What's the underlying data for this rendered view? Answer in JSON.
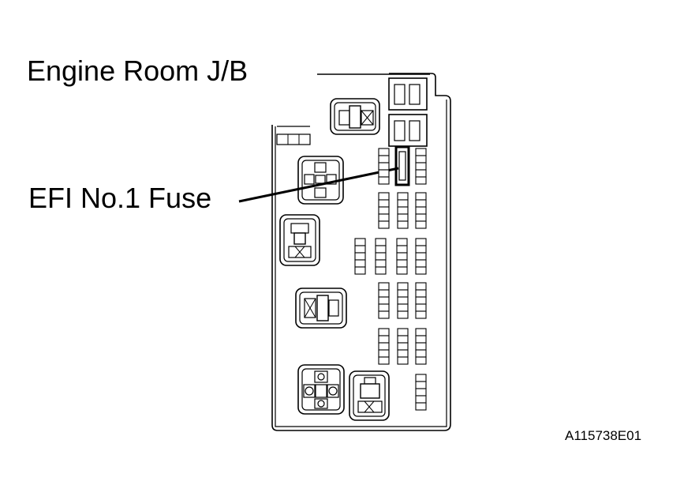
{
  "labels": {
    "junction_block": "Engine Room J/B",
    "fuse": "EFI No.1 Fuse",
    "figure_code": "A115738E01"
  },
  "colors": {
    "line": "#000000",
    "background": "#ffffff"
  }
}
